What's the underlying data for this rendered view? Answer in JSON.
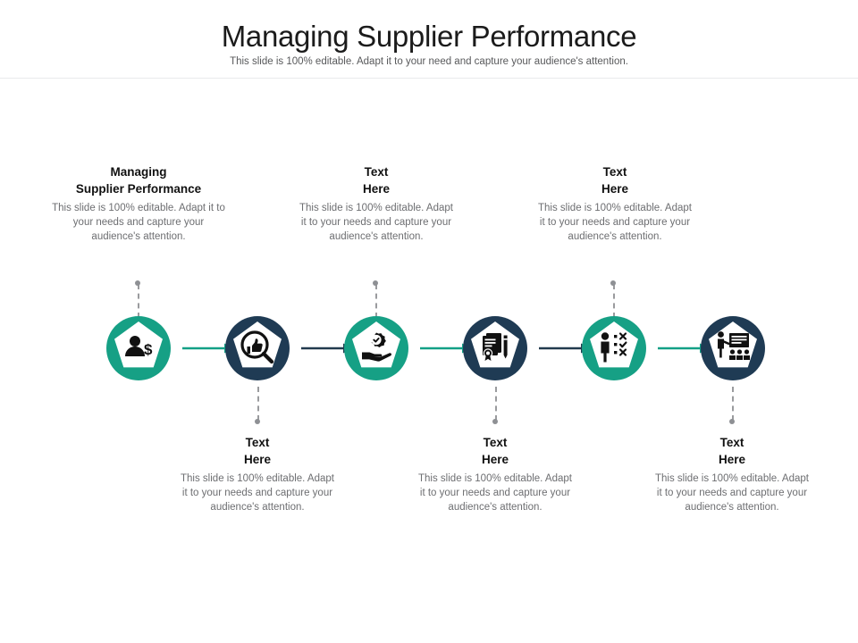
{
  "header": {
    "title": "Managing Supplier Performance",
    "subtitle": "This slide is 100% editable. Adapt it to your need and capture your audience's attention."
  },
  "colors": {
    "teal": "#16A085",
    "navy": "#1F3B54",
    "arrow_teal": "#13A086",
    "arrow_navy": "#223A4E",
    "dotted_line": "#9A9B9E",
    "heading_text": "#111111",
    "body_text": "#6D6E71",
    "title_text": "#1B1B1B",
    "subtitle_text": "#58595B",
    "background": "#FFFFFF"
  },
  "body_copy": "This slide is 100% editable. Adapt it to your needs and capture your audience's attention.",
  "nodes": [
    {
      "index": 1,
      "icon": "person-dollar-icon",
      "ring_color": "teal",
      "label_position": "top"
    },
    {
      "index": 2,
      "icon": "thumbs-up-magnifier-icon",
      "ring_color": "navy",
      "label_position": "bottom"
    },
    {
      "index": 3,
      "icon": "hand-gear-check-icon",
      "ring_color": "teal",
      "label_position": "top"
    },
    {
      "index": 4,
      "icon": "certificate-pencil-icon",
      "ring_color": "navy",
      "label_position": "bottom"
    },
    {
      "index": 5,
      "icon": "person-checklist-icon",
      "ring_color": "teal",
      "label_position": "top"
    },
    {
      "index": 6,
      "icon": "presentation-training-icon",
      "ring_color": "navy",
      "label_position": "bottom"
    }
  ],
  "arrows": [
    {
      "index": 1,
      "color": "teal"
    },
    {
      "index": 2,
      "color": "navy"
    },
    {
      "index": 3,
      "color": "teal"
    },
    {
      "index": 4,
      "color": "navy"
    },
    {
      "index": 5,
      "color": "teal"
    }
  ],
  "text_blocks": [
    {
      "id": "block-1",
      "position": "top",
      "heading": "Managing\nSupplier Performance",
      "body": "This slide is 100% editable. Adapt it to your needs and capture your audience's attention."
    },
    {
      "id": "block-2",
      "position": "top",
      "heading": "Text\nHere",
      "body": "This slide is 100% editable. Adapt it to your needs and capture your audience's attention."
    },
    {
      "id": "block-3",
      "position": "top",
      "heading": "Text\nHere",
      "body": "This slide is 100% editable. Adapt it to your needs and capture your audience's attention."
    },
    {
      "id": "block-4",
      "position": "bottom",
      "heading": "Text\nHere",
      "body": "This slide is 100% editable. Adapt it to your needs and capture your audience's attention."
    },
    {
      "id": "block-5",
      "position": "bottom",
      "heading": "Text\nHere",
      "body": "This slide is 100% editable. Adapt it to your needs and capture your audience's attention."
    },
    {
      "id": "block-6",
      "position": "bottom",
      "heading": "Text\nHere",
      "body": "This slide is 100% editable. Adapt it to your needs and capture your audience's attention."
    }
  ]
}
